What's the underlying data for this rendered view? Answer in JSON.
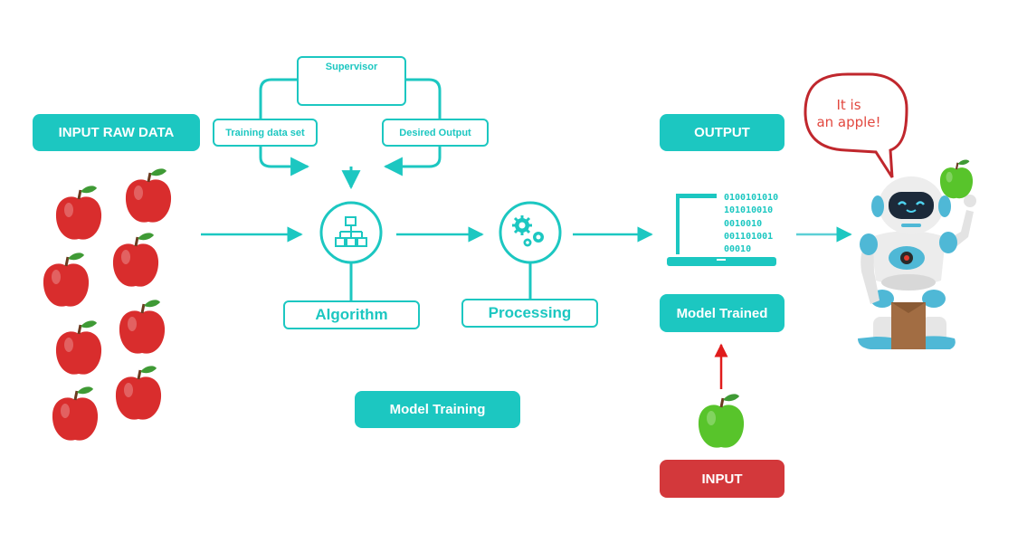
{
  "labels": {
    "input_raw_data": "INPUT RAW DATA",
    "supervisor": "Supervisor",
    "training_data_set": "Training data set",
    "desired_output": "Desired Output",
    "algorithm": "Algorithm",
    "processing": "Processing",
    "model_training": "Model Training",
    "output": "OUTPUT",
    "model_trained": "Model Trained",
    "input": "INPUT"
  },
  "speech_bubble": {
    "line1": "It is",
    "line2": "an apple!"
  },
  "binary_lines": [
    "0100101010",
    "101010010",
    "0010010",
    "001101001",
    "00010"
  ],
  "colors": {
    "teal": "#1cc7c1",
    "red_box": "#d3383b",
    "apple_red": "#d92d2d",
    "apple_green": "#58c42b",
    "arrow_red": "#e01c1c"
  },
  "icons": {
    "supervisor": "person-at-desk-icon",
    "algorithm": "hierarchy-icon",
    "processing": "gears-icon",
    "model": "laptop-icon"
  }
}
